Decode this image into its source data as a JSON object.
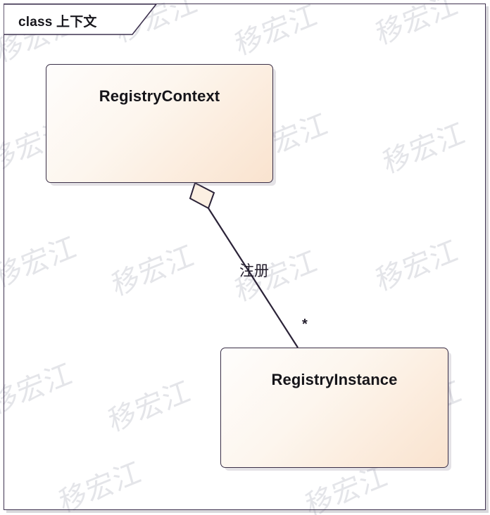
{
  "diagram": {
    "kind": "uml-class-diagram",
    "frame": {
      "tab_label": "class 上下文",
      "border_color": "#3f3350",
      "background_color": "#ffffff"
    },
    "classes": [
      {
        "id": "registrycontext",
        "name": "RegistryContext",
        "fill_start_color": "#fefdfc",
        "fill_end_color": "#f9e3cf",
        "border_color": "#3a2f47"
      },
      {
        "id": "registryinstance",
        "name": "RegistryInstance",
        "fill_start_color": "#fefdfc",
        "fill_end_color": "#f9e3cf",
        "border_color": "#3a2f47"
      }
    ],
    "relationships": [
      {
        "type": "aggregation",
        "source": "RegistryContext",
        "target": "RegistryInstance",
        "label": "注册",
        "source_end_marker": "hollow-diamond",
        "target_multiplicity": "*",
        "line_color": "#2b2338"
      }
    ],
    "watermark": {
      "text": "移宏江",
      "color": "#cfd0d8"
    }
  }
}
